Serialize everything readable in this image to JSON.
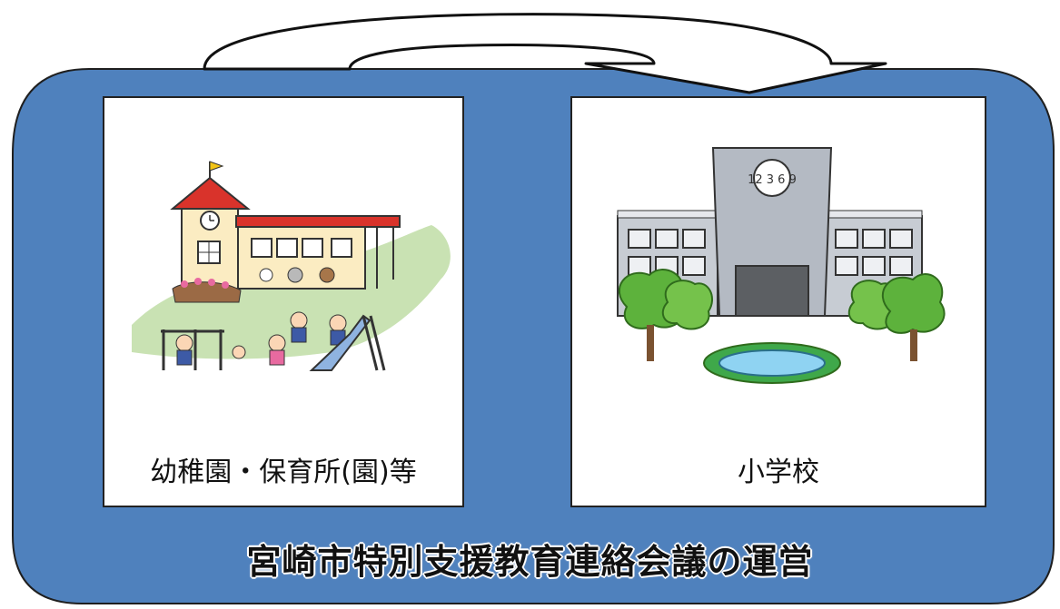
{
  "colors": {
    "panel_fill": "#4f81bd",
    "panel_stroke": "#1f1f1f",
    "card_fill": "#ffffff",
    "text": "#111111"
  },
  "cards": {
    "left": {
      "label": "幼稚園・保育所(園)等",
      "icon": "kindergarten-illustration"
    },
    "right": {
      "label": "小学校",
      "icon": "elementary-school-illustration"
    }
  },
  "footer": {
    "title": "宮崎市特別支援教育連絡会議の運営"
  },
  "clock_face_text": "12 3 6 9"
}
